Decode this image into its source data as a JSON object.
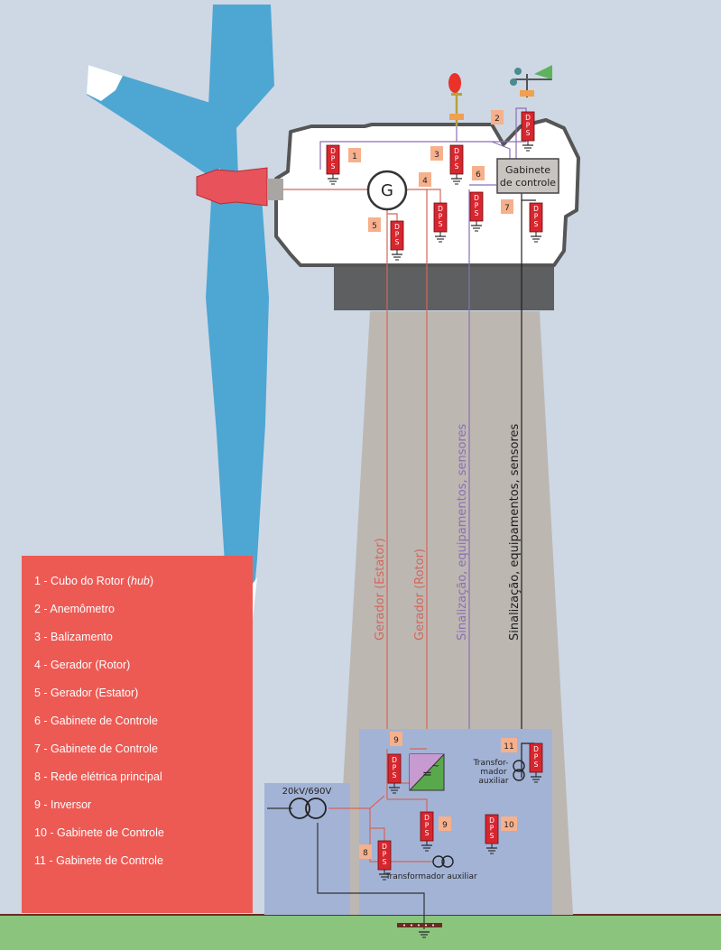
{
  "colors": {
    "sky": "#cdd8e4",
    "ground": "#8ac47d",
    "tower": "#bdb7b2",
    "blade": "#4ea6d3",
    "hub": "#e8525a",
    "dps": "#d8262e",
    "number_badge": "#f6b08c",
    "legend_bg": "#ed5a54",
    "power_line": "#d4665a",
    "signal_line_purple": "#8b6fb3",
    "signal_line_dark": "#1e1e1e",
    "panel_blue": "#a3b3d6"
  },
  "dps_label": "DPS",
  "labels": {
    "generator": "G",
    "control_cabinet_line1": "Gabinete",
    "control_cabinet_line2": "de controle",
    "transformer_main": "20kV/690V",
    "transformer_aux_bottom": "Transformador auxiliar",
    "transformer_aux_right_l1": "Transfor-",
    "transformer_aux_right_l2": "mador",
    "transformer_aux_right_l3": "auxiliar",
    "line_stator": "Gerador (Estator)",
    "line_rotor": "Gerador (Rotor)",
    "line_signal_purple": "Sinalização, equipamentos, sensores",
    "line_signal_dark": "Sinalização, equipamentos, sensores"
  },
  "badges": [
    "1",
    "2",
    "3",
    "4",
    "5",
    "6",
    "7",
    "8",
    "9",
    "9",
    "10",
    "11"
  ],
  "legend": {
    "items": [
      {
        "text": "1 - Cubo do Rotor (",
        "italic": "hub",
        "suffix": ")"
      },
      {
        "text": "2 - Anemômetro"
      },
      {
        "text": "3 - Balizamento"
      },
      {
        "text": "4 - Gerador (Rotor)"
      },
      {
        "text": "5 - Gerador (Estator)"
      },
      {
        "text": "6 - Gabinete de Controle"
      },
      {
        "text": "7 - Gabinete de Controle"
      },
      {
        "text": "8 - Rede elétrica principal"
      },
      {
        "text": "9 - Inversor"
      },
      {
        "text": "10 - Gabinete de Controle"
      },
      {
        "text": "11 - Gabinete de Controle"
      }
    ]
  }
}
